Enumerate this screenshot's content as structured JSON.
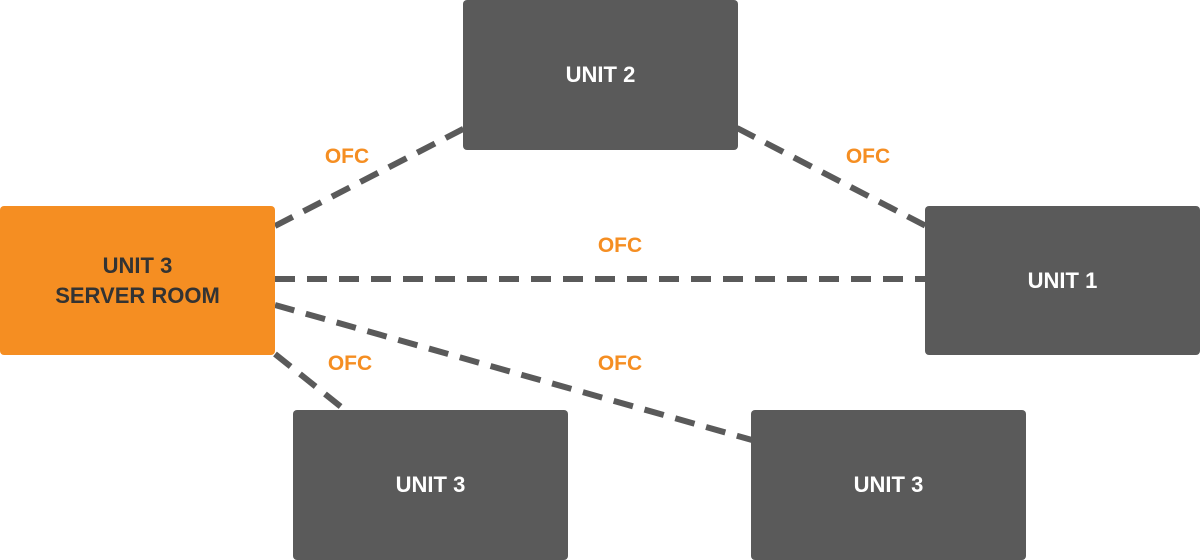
{
  "colors": {
    "node_fill": "#5a5a5a",
    "highlight_fill": "#f58e22",
    "node_text": "#ffffff",
    "highlight_text": "#333333",
    "link_stroke": "#5a5a5a",
    "link_label": "#f58e22"
  },
  "nodes": {
    "server_room": {
      "line1": "UNIT 3",
      "line2": "SERVER ROOM"
    },
    "unit2": {
      "label": "UNIT 2"
    },
    "unit1": {
      "label": "UNIT 1"
    },
    "unit3_left": {
      "label": "UNIT 3"
    },
    "unit3_right": {
      "label": "UNIT 3"
    }
  },
  "links": [
    {
      "from": "UNIT 3 SERVER ROOM",
      "to": "UNIT 2",
      "label": "OFC",
      "style": "dashed"
    },
    {
      "from": "UNIT 2",
      "to": "UNIT 1",
      "label": "OFC",
      "style": "dashed"
    },
    {
      "from": "UNIT 3 SERVER ROOM",
      "to": "UNIT 1",
      "label": "OFC",
      "style": "dashed"
    },
    {
      "from": "UNIT 3 SERVER ROOM",
      "to": "UNIT 3",
      "label": "OFC",
      "style": "dashed"
    },
    {
      "from": "UNIT 3 SERVER ROOM",
      "to": "UNIT 3",
      "label": "OFC",
      "style": "dashed"
    }
  ]
}
